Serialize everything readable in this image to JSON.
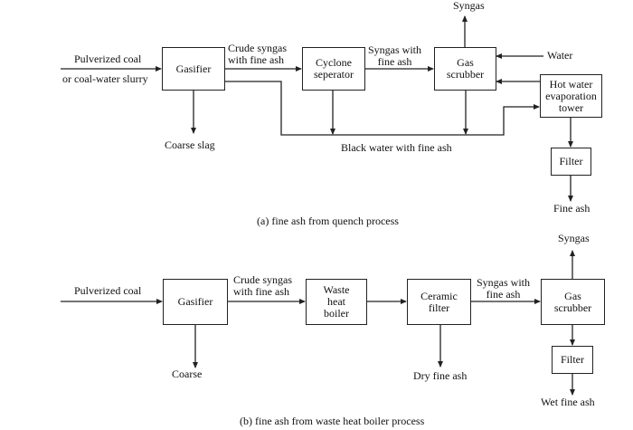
{
  "diagram_a": {
    "caption": "(a) fine ash from quench process",
    "input_line1": "Pulverized coal",
    "input_line2": "or coal-water slurry",
    "gasifier": "Gasifier",
    "crude_line1": "Crude syngas",
    "crude_line2": "with fine ash",
    "cyclone_line1": "Cyclone",
    "cyclone_line2": "seperator",
    "syngas_fine_line1": "Syngas with",
    "syngas_fine_line2": "fine ash",
    "scrubber_line1": "Gas",
    "scrubber_line2": "scrubber",
    "syngas_out": "Syngas",
    "water_in": "Water",
    "hot_water_line1": "Hot water",
    "hot_water_line2": "evaporation",
    "hot_water_line3": "tower",
    "coarse_slag": "Coarse slag",
    "black_water": "Black water with fine ash",
    "filter": "Filter",
    "fine_ash": "Fine ash"
  },
  "diagram_b": {
    "caption": "(b) fine ash from waste heat boiler process",
    "input": "Pulverized coal",
    "gasifier": "Gasifier",
    "crude_line1": "Crude syngas",
    "crude_line2": "with fine ash",
    "whb_line1": "Waste",
    "whb_line2": "heat",
    "whb_line3": "boiler",
    "ceramic_line1": "Ceramic",
    "ceramic_line2": "filter",
    "syngas_fine_line1": "Syngas with",
    "syngas_fine_line2": "fine ash",
    "scrubber_line1": "Gas",
    "scrubber_line2": "scrubber",
    "syngas_out": "Syngas",
    "coarse": "Coarse",
    "dry_fine_ash": "Dry fine ash",
    "filter": "Filter",
    "wet_fine_ash": "Wet fine ash"
  }
}
